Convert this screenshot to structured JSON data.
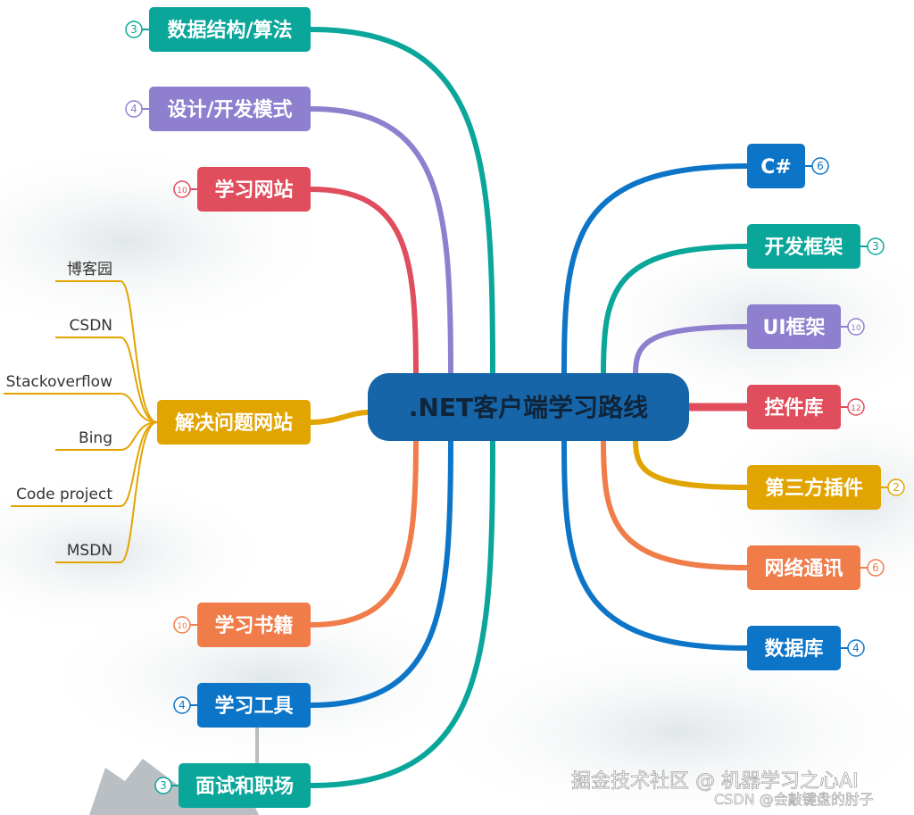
{
  "colors": {
    "dark_blue": "#1565a8",
    "blue": "#0d75c8",
    "teal": "#0aa69a",
    "purple": "#8f7fcf",
    "red": "#e04d5c",
    "orange": "#f07c4a",
    "gold": "#e2a400",
    "text_dark": "#333333",
    "watermark": "#ffffff"
  },
  "root": {
    "label": ".NET客户端学习路线"
  },
  "branches": [
    {
      "id": "ds",
      "side": "left",
      "label": "数据结构/算法",
      "count": "3",
      "color": "teal"
    },
    {
      "id": "design",
      "side": "left",
      "label": "设计/开发模式",
      "count": "4",
      "color": "purple"
    },
    {
      "id": "sites",
      "side": "left",
      "label": "学习网站",
      "count": "10",
      "color": "red"
    },
    {
      "id": "solve",
      "side": "left",
      "label": "解决问题网站",
      "count": "",
      "color": "gold",
      "children": [
        "博客园",
        "CSDN",
        "Stackoverflow",
        "Bing",
        "Code project",
        "MSDN"
      ]
    },
    {
      "id": "books",
      "side": "left",
      "label": "学习书籍",
      "count": "10",
      "color": "orange"
    },
    {
      "id": "tools",
      "side": "left",
      "label": "学习工具",
      "count": "4",
      "color": "blue"
    },
    {
      "id": "job",
      "side": "left",
      "label": "面试和职场",
      "count": "3",
      "color": "teal"
    },
    {
      "id": "csharp",
      "side": "right",
      "label": "C#",
      "count": "6",
      "color": "blue"
    },
    {
      "id": "fw",
      "side": "right",
      "label": "开发框架",
      "count": "3",
      "color": "teal"
    },
    {
      "id": "ui",
      "side": "right",
      "label": "UI框架",
      "count": "10",
      "color": "purple"
    },
    {
      "id": "ctrl",
      "side": "right",
      "label": "控件库",
      "count": "12",
      "color": "red"
    },
    {
      "id": "plugin",
      "side": "right",
      "label": "第三方插件",
      "count": "2",
      "color": "gold"
    },
    {
      "id": "net",
      "side": "right",
      "label": "网络通讯",
      "count": "6",
      "color": "orange"
    },
    {
      "id": "db",
      "side": "right",
      "label": "数据库",
      "count": "4",
      "color": "blue"
    }
  ],
  "watermark": {
    "line1": "掘金技术社区 @ 机器学习之心AI",
    "line2": "CSDN @会敲键盘的肘子"
  }
}
